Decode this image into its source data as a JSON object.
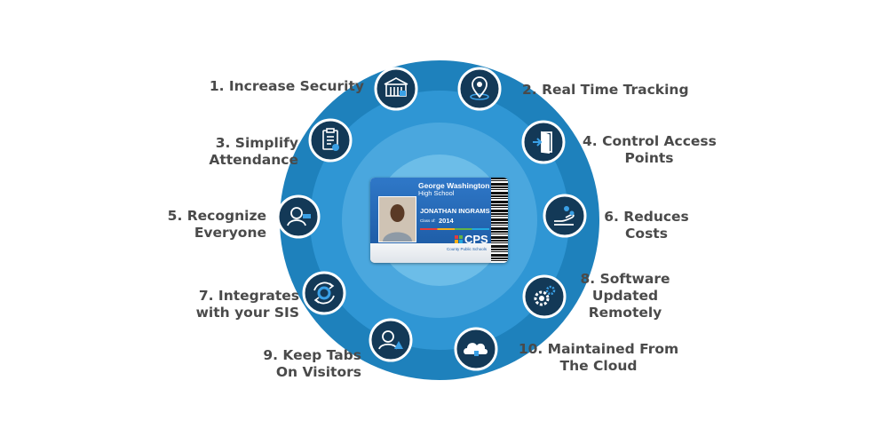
{
  "diagram": {
    "colors": {
      "outer_ring": "#1e81bc",
      "middle_ring": "#2f96d4",
      "inner_ring": "#4aa7de",
      "core": "#6cbde8",
      "badge_fill": "#133957",
      "badge_border": "#ffffff",
      "label_text": "#4a4a4a"
    },
    "features": [
      {
        "number": "1",
        "label": "1. Increase Security",
        "icon": "school-building-icon"
      },
      {
        "number": "2",
        "label": "2. Real Time Tracking",
        "icon": "location-pin-icon"
      },
      {
        "number": "3",
        "label_lines": [
          "3. Simplify",
          "Attendance"
        ],
        "icon": "clipboard-check-icon"
      },
      {
        "number": "4",
        "label_lines": [
          "4. Control Access",
          "Points"
        ],
        "icon": "door-enter-icon"
      },
      {
        "number": "5",
        "label_lines": [
          "5. Recognize",
          "Everyone"
        ],
        "icon": "person-id-icon"
      },
      {
        "number": "6",
        "label_lines": [
          "6. Reduces",
          "Costs"
        ],
        "icon": "hand-coins-icon"
      },
      {
        "number": "7",
        "label_lines": [
          "7. Integrates",
          "with your SIS"
        ],
        "icon": "sync-gear-icon"
      },
      {
        "number": "8",
        "label_lines": [
          "8. Software",
          "Updated",
          "Remotely"
        ],
        "icon": "gears-icon"
      },
      {
        "number": "9",
        "label_lines": [
          "9. Keep Tabs",
          "On Visitors"
        ],
        "icon": "visitor-warning-icon"
      },
      {
        "number": "10",
        "label_lines": [
          "10. Maintained From",
          "The Cloud"
        ],
        "icon": "cloud-icon"
      }
    ],
    "id_card": {
      "school_line1": "George Washington",
      "school_line2": "High School",
      "student_name": "JONATHAN INGRAMS",
      "class_label": "Class of:",
      "class_year": "2014",
      "logo_text": "CPS",
      "logo_subtext": "County Public Schools",
      "colors": {
        "card_blue": "#2468b3",
        "logo_squares": [
          "#e63b3b",
          "#62b346",
          "#f6b01b",
          "#22a8e0"
        ]
      }
    }
  }
}
